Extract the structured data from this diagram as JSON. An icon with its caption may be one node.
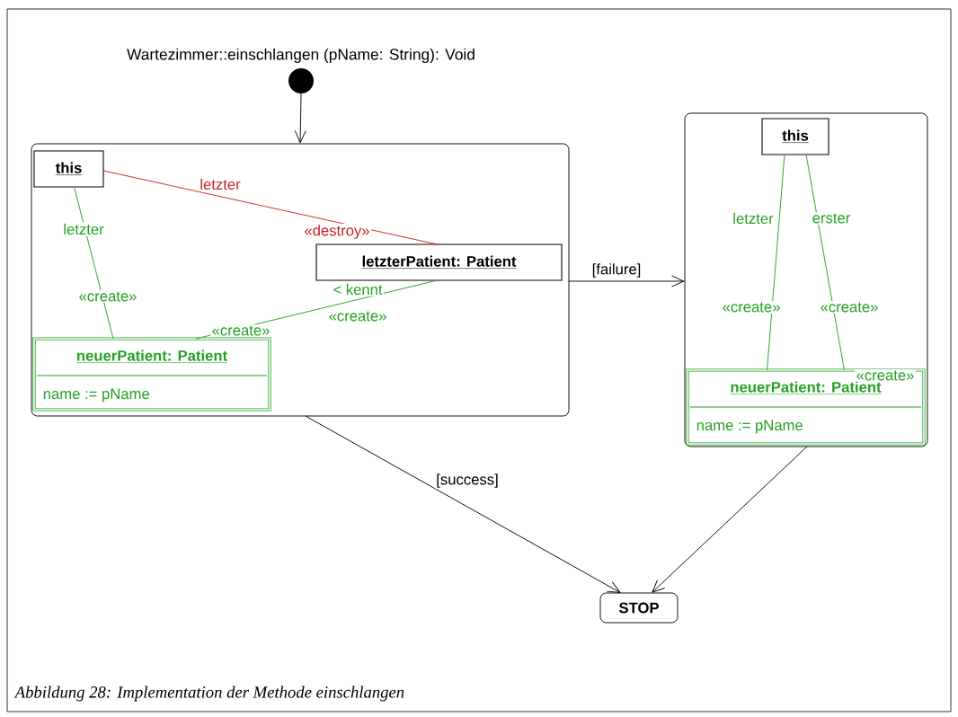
{
  "diagram": {
    "title": "Wartezimmer::einschlangen (pName: String): Void",
    "caption": "Abbildung 28: Implementation der Methode einschlangen",
    "nodes": [
      {
        "text": [],
        "shape": "circle"
      },
      {
        "text": [],
        "shape": "box"
      },
      {
        "text": [
          "this"
        ],
        "in": 1
      },
      {
        "text": [
          "letzterPatient: Patient"
        ],
        "in": 1
      },
      {
        "text": [
          "neuerPatient: Patient",
          "name := pName"
        ],
        "in": 1
      },
      {
        "text": [],
        "shape": "box"
      },
      {
        "text": [
          "this"
        ],
        "in": 5
      },
      {
        "text": [
          "neuerPatient: Patient",
          "name := pName"
        ],
        "in": 5
      },
      {
        "text": [
          "STOP"
        ]
      }
    ],
    "edges": [
      {
        "from": 0,
        "to": 1,
        "arrow": "to"
      },
      {
        "from": 2,
        "to": 3,
        "arrow": "none",
        "label": "letzter",
        "color": "#cc2020"
      },
      {
        "from": 2,
        "to": 4,
        "arrow": "none",
        "label": "letzter",
        "color": "#22a022"
      },
      {
        "from": 3,
        "to": 4,
        "arrow": "none",
        "label": "< kennt",
        "color": "#22a022"
      },
      {
        "from": 1,
        "to": 5,
        "arrow": "to",
        "label": "[failure]"
      },
      {
        "from": 6,
        "to": 7,
        "arrow": "none",
        "label": "letzter",
        "color": "#22a022"
      },
      {
        "from": 6,
        "to": 7,
        "arrow": "none",
        "label": "erster",
        "color": "#22a022"
      },
      {
        "from": 1,
        "to": 8,
        "arrow": "to",
        "label": "[success]"
      },
      {
        "from": 5,
        "to": 8,
        "arrow": "to"
      }
    ],
    "labels": [
      "«destroy»",
      "«create»",
      "«create»",
      "«create»",
      "«create»",
      "«create»",
      "«create»"
    ]
  }
}
